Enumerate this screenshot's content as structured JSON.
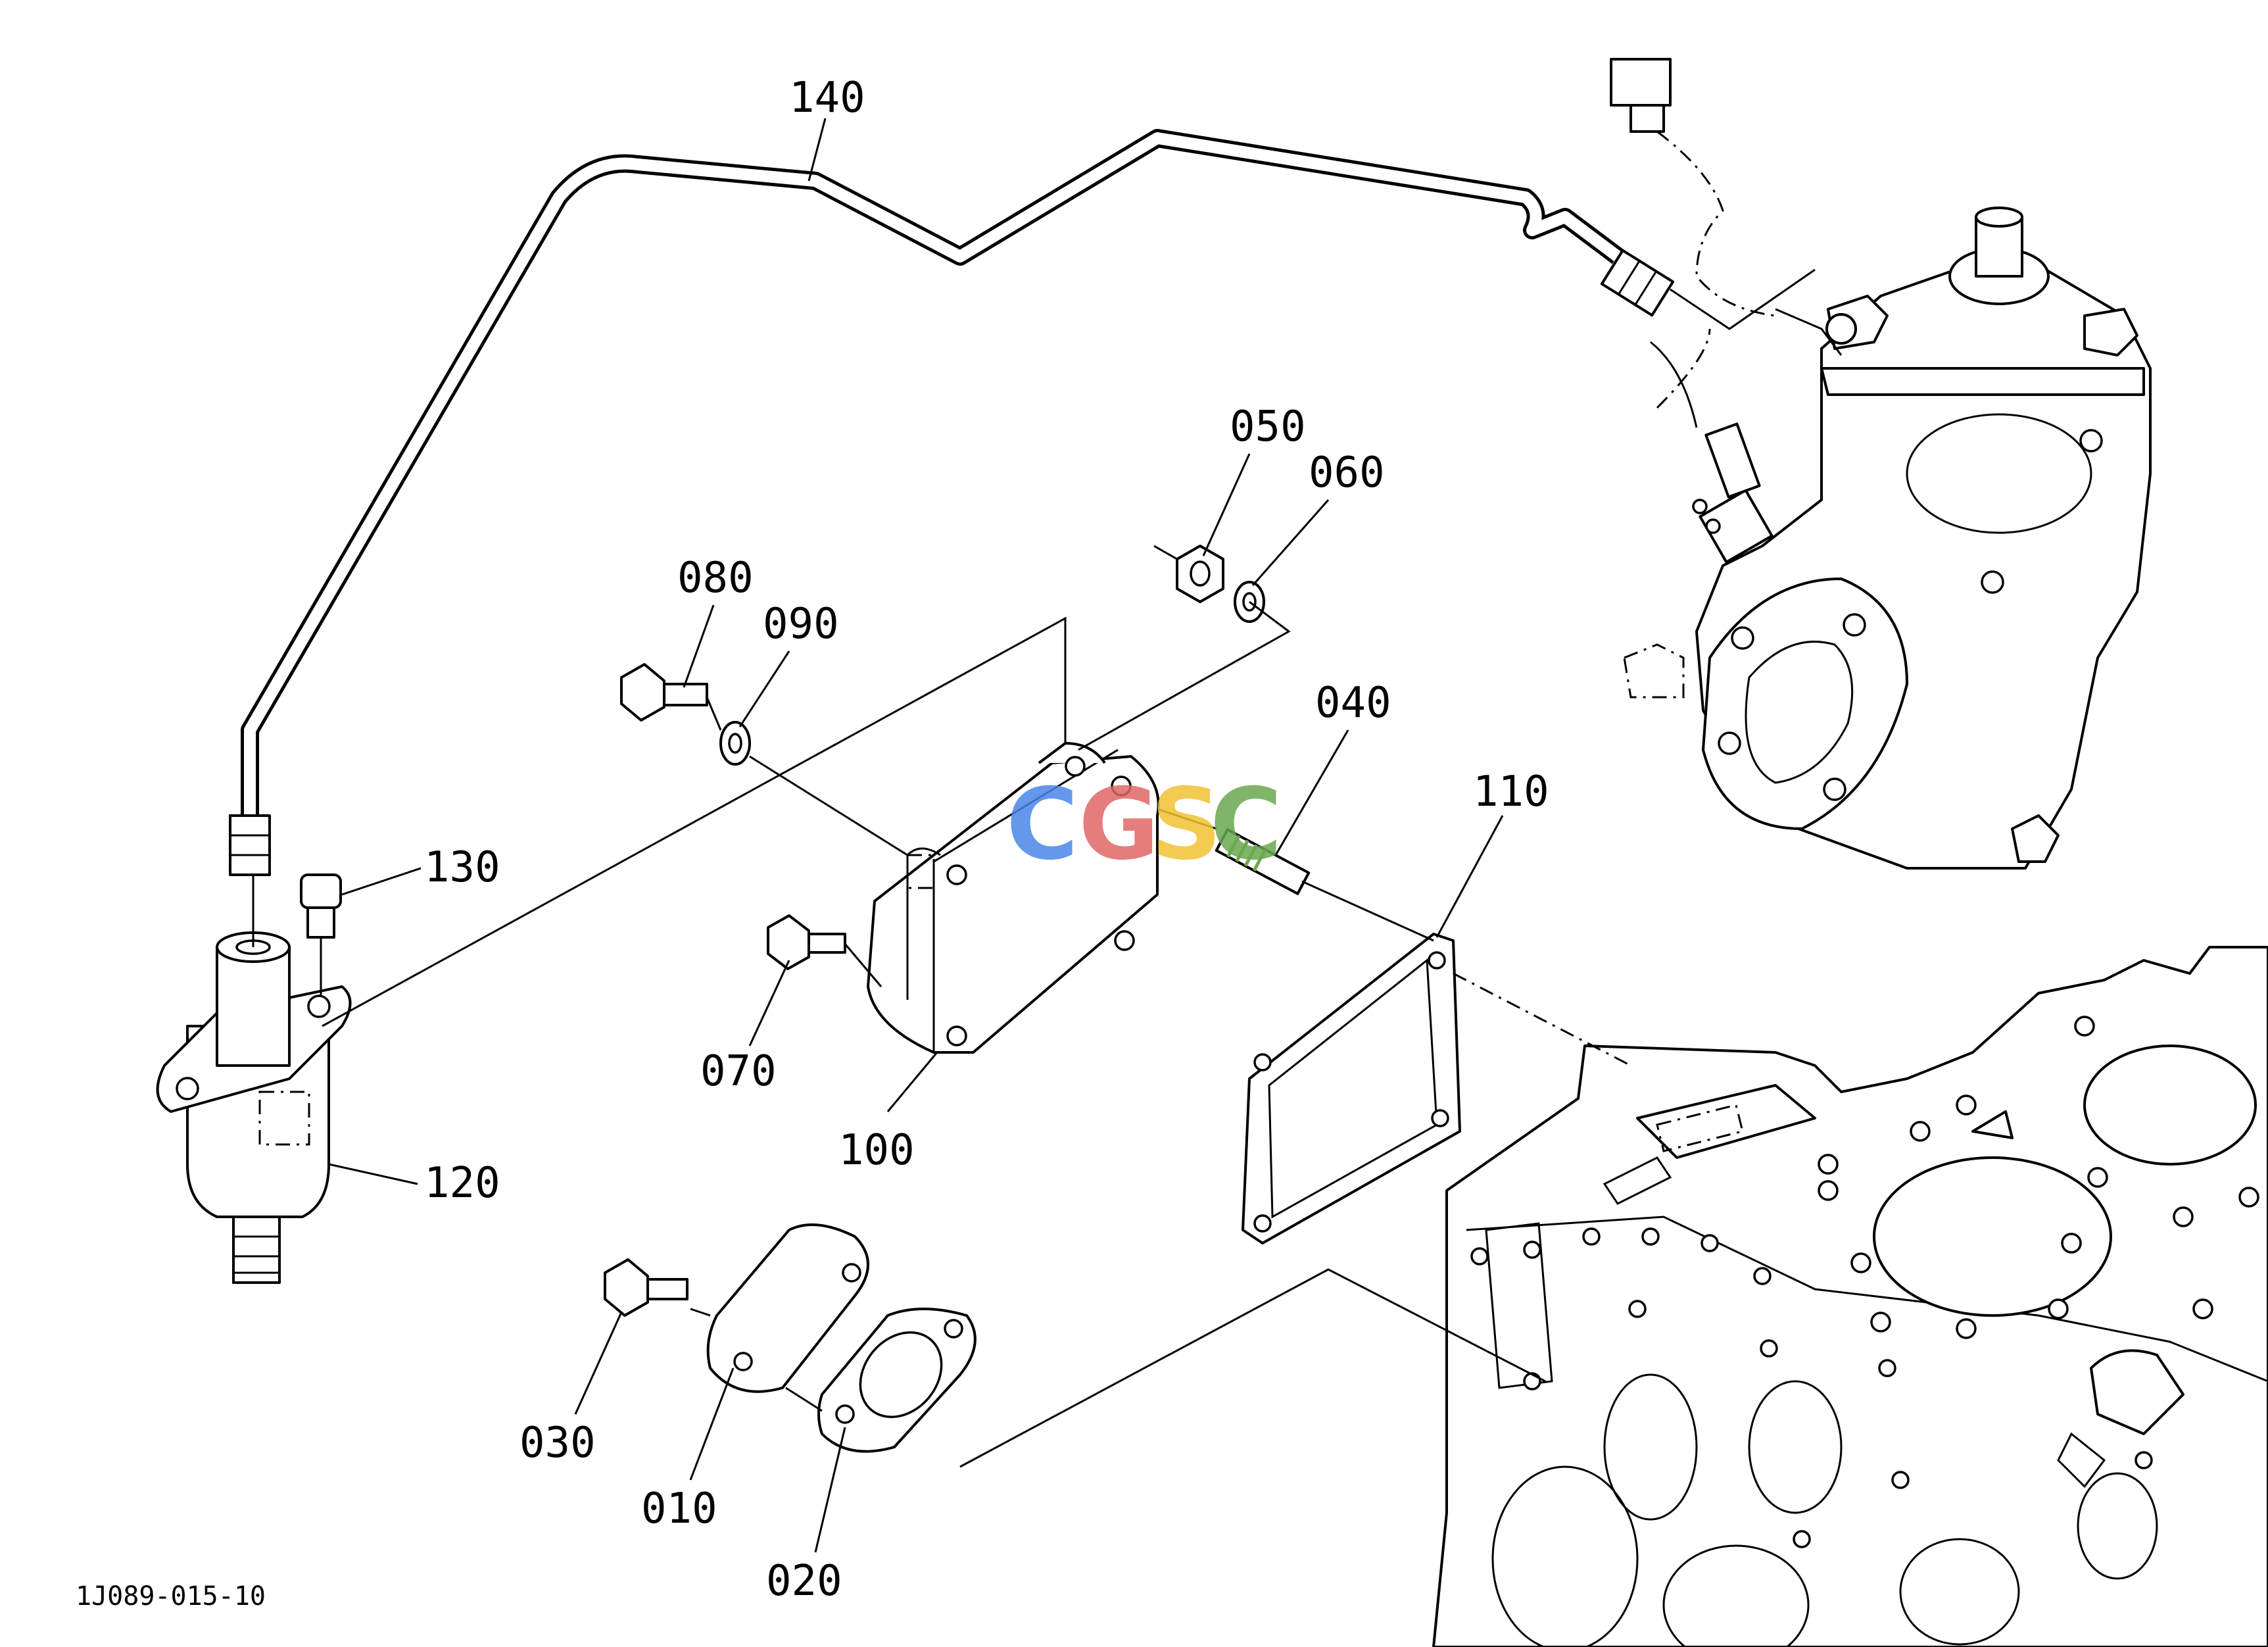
{
  "callouts": {
    "p140": "140",
    "p050": "050",
    "p060": "060",
    "p080": "080",
    "p090": "090",
    "p040": "040",
    "p110": "110",
    "p130": "130",
    "p070": "070",
    "p100": "100",
    "p120": "120",
    "p030": "030",
    "p010": "010",
    "p020": "020"
  },
  "drawing_id": "1J089-015-10",
  "watermark": {
    "letters": [
      "C",
      "G",
      "S",
      "C"
    ],
    "colors": [
      "#4a86e8",
      "#e06666",
      "#f1c232",
      "#6aa84f"
    ]
  }
}
